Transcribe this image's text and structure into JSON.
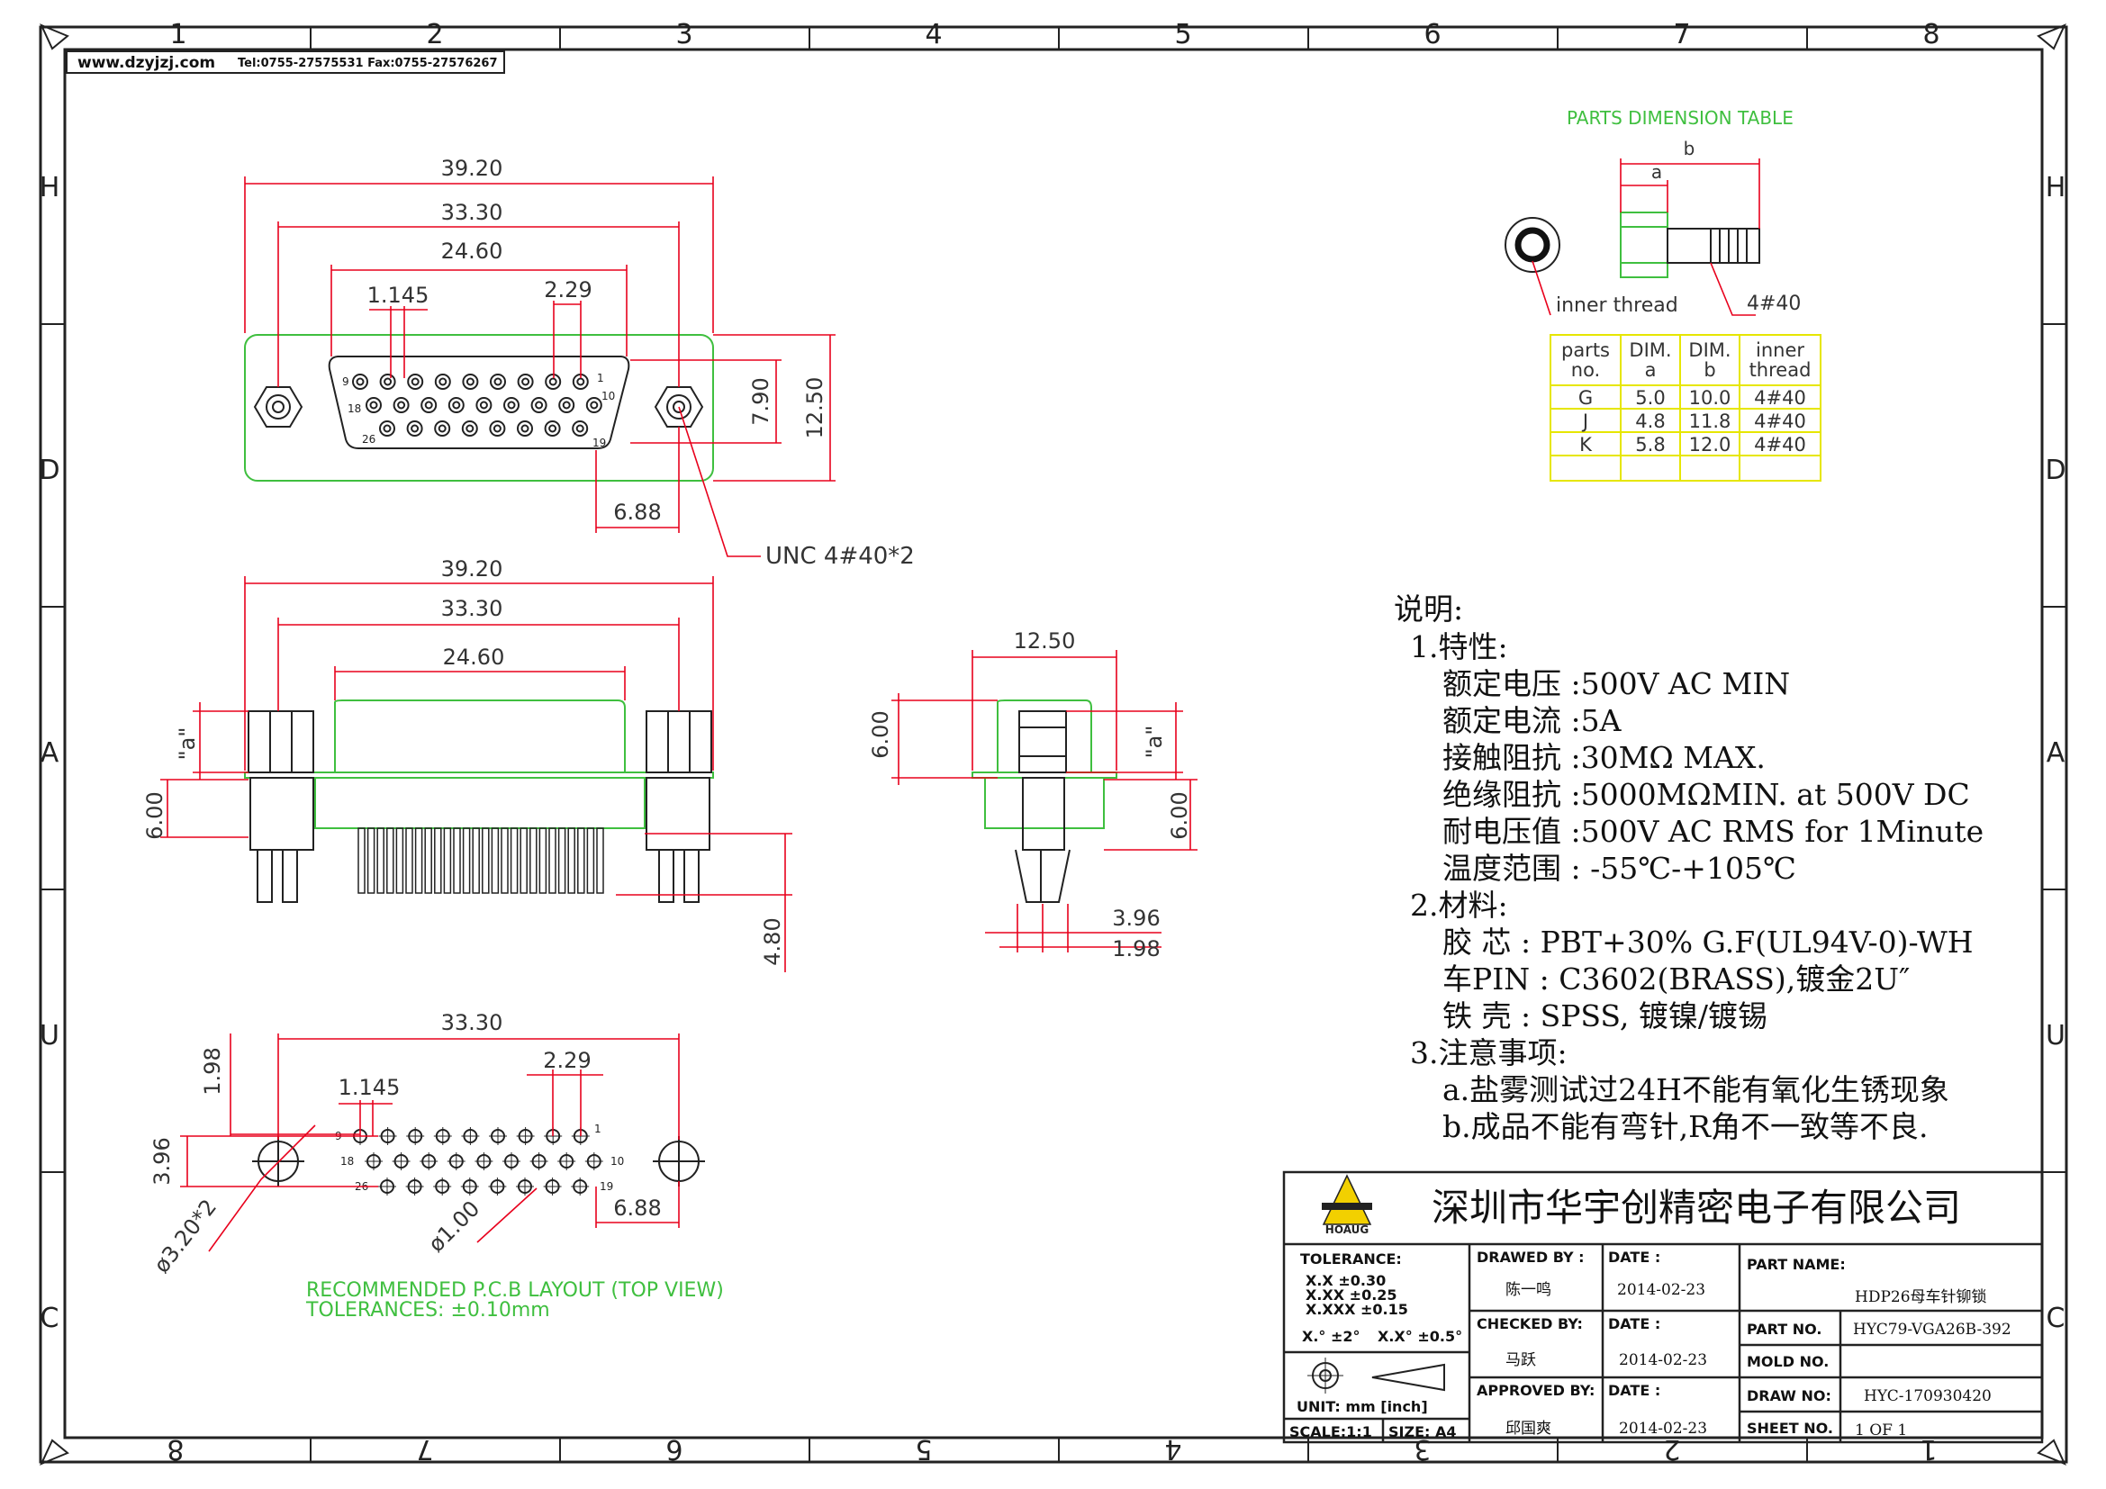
{
  "header": {
    "url": "www.dzyjzj.com",
    "contact": "Tel:0755-27575531  Fax:0755-27576267"
  },
  "grid": {
    "top_cols": [
      "1",
      "2",
      "3",
      "4",
      "5",
      "6",
      "7",
      "8"
    ],
    "bottom_cols": [
      "8",
      "7",
      "6",
      "5",
      "4",
      "3",
      "2",
      "1"
    ],
    "rows": [
      "H",
      "D",
      "A",
      "U",
      "C"
    ]
  },
  "front_view": {
    "dims": [
      "39.20",
      "33.30",
      "24.60",
      "1.145",
      "2.29",
      "7.90",
      "12.50",
      "6.88"
    ],
    "pin_labels": [
      "9",
      "1",
      "18",
      "10",
      "26",
      "19"
    ],
    "callout": "UNC  4#40*2"
  },
  "side_view": {
    "dims": [
      "39.20",
      "33.30",
      "24.60",
      "\"a\"",
      "6.00",
      "4.80"
    ]
  },
  "end_view": {
    "dims": [
      "12.50",
      "6.00",
      "\"a\"",
      "6.00",
      "3.96",
      "1.98"
    ]
  },
  "pcb_layout": {
    "dims": [
      "33.30",
      "2.29",
      "1.145",
      "1.98",
      "3.96",
      "6.88",
      "ø3.20*2",
      "ø1.00"
    ],
    "pin_labels": [
      "9",
      "1",
      "18",
      "10",
      "26",
      "19"
    ],
    "caption1": "RECOMMENDED  P.C.B  LAYOUT  (TOP  VIEW)",
    "caption2": "TOLERANCES:  ±0.10mm"
  },
  "parts_table": {
    "title": "PARTS  DIMENSION  TABLE",
    "dim_a": "a",
    "dim_b": "b",
    "inner_thread_label": "inner  thread",
    "thread_label": "4#40",
    "headers": [
      [
        "parts",
        "no."
      ],
      [
        "DIM.",
        "a"
      ],
      [
        "DIM.",
        "b"
      ],
      [
        "inner",
        "thread"
      ]
    ],
    "rows": [
      [
        "G",
        "5.0",
        "10.0",
        "4#40"
      ],
      [
        "J",
        "4.8",
        "11.8",
        "4#40"
      ],
      [
        "K",
        "5.8",
        "12.0",
        "4#40"
      ]
    ]
  },
  "notes": {
    "heading": "说明:",
    "lines": [
      "1.特性:",
      "额定电压 :500V AC MIN",
      "额定电流 :5A",
      "接触阻抗 :30MΩ  MAX.",
      "绝缘阻抗 :5000MΩMIN. at 500V DC",
      "耐电压值 :500V AC RMS for 1Minute",
      "温度范围 : -55℃-+105℃",
      "2.材料:",
      "胶 芯 : PBT+30% G.F(UL94V-0)-WH",
      "车PIN : C3602(BRASS),镀金2U″",
      "铁 壳 : SPSS, 镀镍/镀锡",
      "3.注意事项:",
      "a.盐雾测试过24H不能有氧化生锈现象",
      "b.成品不能有弯针,R角不一致等不良."
    ]
  },
  "title_block": {
    "logo_text": "HOAUG",
    "company": "深圳市华宇创精密电子有限公司",
    "tolerance_label": "TOLERANCE:",
    "tolerances": [
      "X.X      ±0.30",
      "X.XX     ±0.25",
      "X.XXX   ±0.15"
    ],
    "angle_tol": [
      "X.° ±2°",
      "X.X° ±0.5°"
    ],
    "unit": "UNIT:  mm  [inch]",
    "scale": "SCALE:1:1",
    "size": "SIZE:  A4",
    "drawn_by_label": "DRAWED  BY :",
    "drawn_by": "陈一鸣",
    "checked_by_label": "CHECKED  BY:",
    "checked_by": "马跃",
    "approved_by_label": "APPROVED  BY:",
    "approved_by": "邱国爽",
    "date_label": "DATE :",
    "dates": [
      "2014-02-23",
      "2014-02-23",
      "2014-02-23"
    ],
    "part_name_label": "PART  NAME:",
    "part_name": "HDP26母车针铆锁",
    "part_no_label": "PART  NO.",
    "part_no": "HYC79-VGA26B-392",
    "mold_no_label": "MOLD  NO.",
    "mold_no": "",
    "draw_no_label": "DRAW  NO:",
    "draw_no": "HYC-170930420",
    "sheet_no_label": "SHEET  NO.",
    "sheet_no": "1  OF  1"
  },
  "colors": {
    "dimension": "#e8001c",
    "outline": "#3fbf3f",
    "table": "#e6e600",
    "text": "#333333"
  }
}
